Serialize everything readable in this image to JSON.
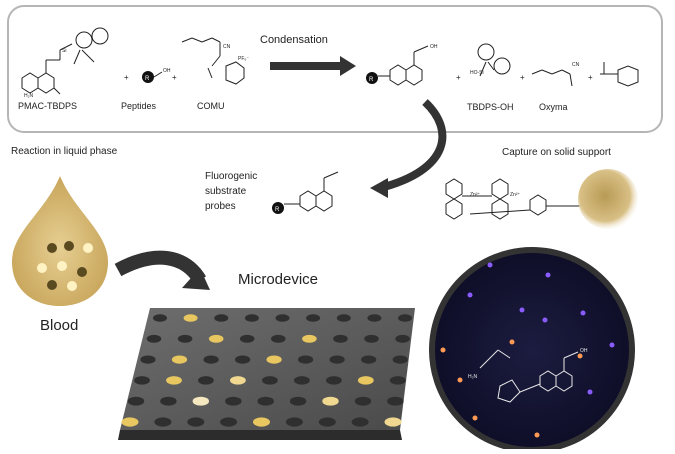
{
  "reaction_box": {
    "reagents": {
      "pmac_tbdps": "PMAC-TBDPS",
      "peptides": "Peptides",
      "comu": "COMU"
    },
    "arrow_label": "Condensation",
    "products": {
      "tbdps_oh": "TBDPS-OH",
      "oxyma": "Oxyma"
    }
  },
  "section_labels": {
    "liquid_phase": "Reaction in liquid phase",
    "solid_support": "Capture on solid support",
    "probes": [
      "Fluorogenic",
      "substrate",
      "probes"
    ],
    "microdevice": "Microdevice",
    "blood": "Blood"
  },
  "colors": {
    "gold": "#c9a55a",
    "dark_gold": "#6b5a2a",
    "plate": "#5a5a5a",
    "circle_bg": "#141432",
    "purple_spot": "#8a5cff",
    "orange_spot": "#ff9a55"
  }
}
